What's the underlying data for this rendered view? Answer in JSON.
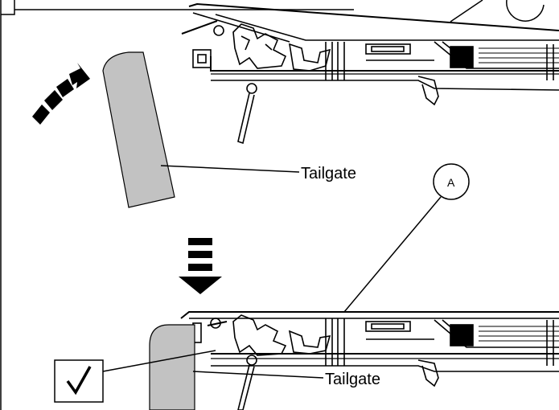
{
  "labels": {
    "tailgate_top": "Tailgate",
    "tailgate_bottom": "Tailgate",
    "callout": "A"
  },
  "icons": {
    "check": "checkmark-icon",
    "arrow_curved": "curved-arrow-icon",
    "arrow_down": "down-arrow-icon"
  },
  "colors": {
    "tailgate_fill": "#c2c2c2",
    "line": "#000000"
  }
}
